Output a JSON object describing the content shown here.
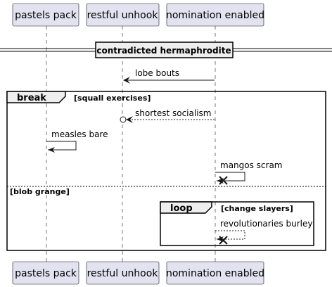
{
  "participants": [
    {
      "label": "pastels pack"
    },
    {
      "label": "restful unhook"
    },
    {
      "label": "nomination enabled"
    }
  ],
  "separator": {
    "label": "contradicted hermaphrodite"
  },
  "messages": [
    {
      "label": "lobe bouts"
    },
    {
      "label": "shortest socialism"
    },
    {
      "label": "measles bare"
    },
    {
      "label": "mangos scram"
    },
    {
      "label": "revolutionaries burley"
    }
  ],
  "break_frame": {
    "keyword": "break",
    "guard": "[squall exercises]",
    "else_guard": "[blob grange]"
  },
  "loop_frame": {
    "keyword": "loop",
    "guard": "[change slayers]"
  },
  "colors": {
    "participant_fill": "#e2e2f0",
    "line": "#181818",
    "frame_tab": "#eeeeee"
  }
}
